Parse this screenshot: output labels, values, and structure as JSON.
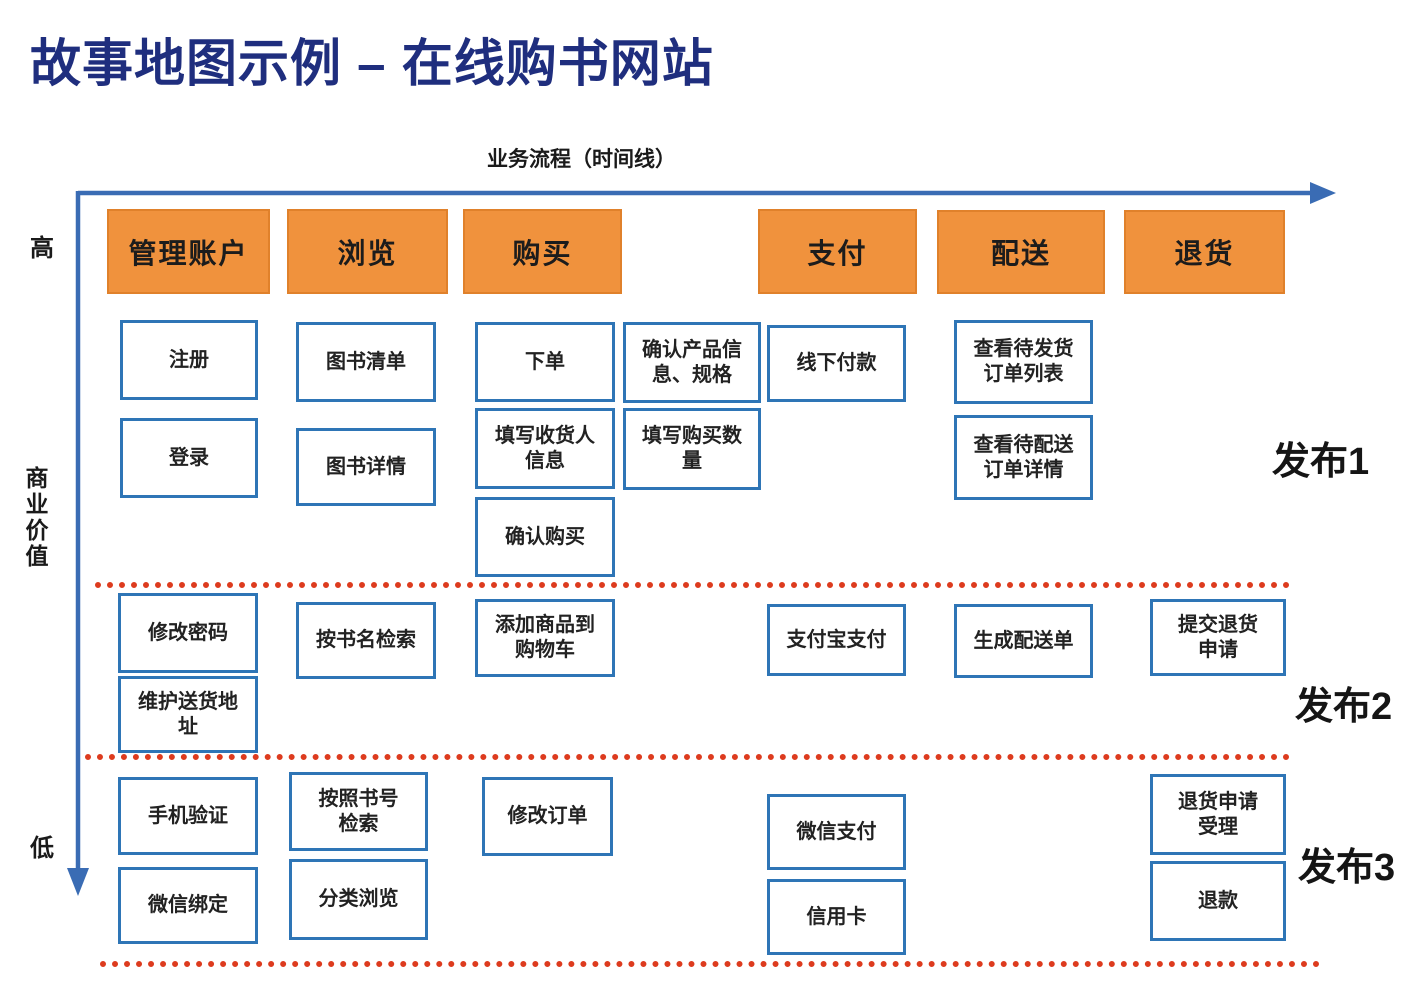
{
  "title": "故事地图示例 – 在线购书网站",
  "timeline_label": "业务流程（时间线）",
  "value_axis": {
    "high": "高",
    "label": "商业价值",
    "low": "低"
  },
  "activities": [
    {
      "label": "管理账户"
    },
    {
      "label": "浏览"
    },
    {
      "label": "购买"
    },
    {
      "label": "支付"
    },
    {
      "label": "配送"
    },
    {
      "label": "退货"
    }
  ],
  "stories": [
    {
      "label": "注册"
    },
    {
      "label": "登录"
    },
    {
      "label": "图书清单"
    },
    {
      "label": "图书详情"
    },
    {
      "label": "下单"
    },
    {
      "label": "填写收货人信息"
    },
    {
      "label": "确认购买"
    },
    {
      "label": "确认产品信息、规格"
    },
    {
      "label": "填写购买数量"
    },
    {
      "label": "线下付款"
    },
    {
      "label": "查看待发货订单列表"
    },
    {
      "label": "查看待配送订单详情"
    },
    {
      "label": "修改密码"
    },
    {
      "label": "维护送货地址"
    },
    {
      "label": "按书名检索"
    },
    {
      "label": "添加商品到购物车"
    },
    {
      "label": "支付宝支付"
    },
    {
      "label": "生成配送单"
    },
    {
      "label": "提交退货申请"
    },
    {
      "label": "手机验证"
    },
    {
      "label": "微信绑定"
    },
    {
      "label": "按照书号检索"
    },
    {
      "label": "分类浏览"
    },
    {
      "label": "修改订单"
    },
    {
      "label": "微信支付"
    },
    {
      "label": "信用卡"
    },
    {
      "label": "退货申请受理"
    },
    {
      "label": "退款"
    }
  ],
  "releases": [
    {
      "label": "发布1"
    },
    {
      "label": "发布2"
    },
    {
      "label": "发布3"
    }
  ],
  "colors": {
    "title": "#1f2e7e",
    "arrow": "#3a6cb4",
    "activity_fill": "#f0923d",
    "activity_border": "#e0812b",
    "story_border": "#2e75b6",
    "release_divider": "#dd3b1e"
  }
}
